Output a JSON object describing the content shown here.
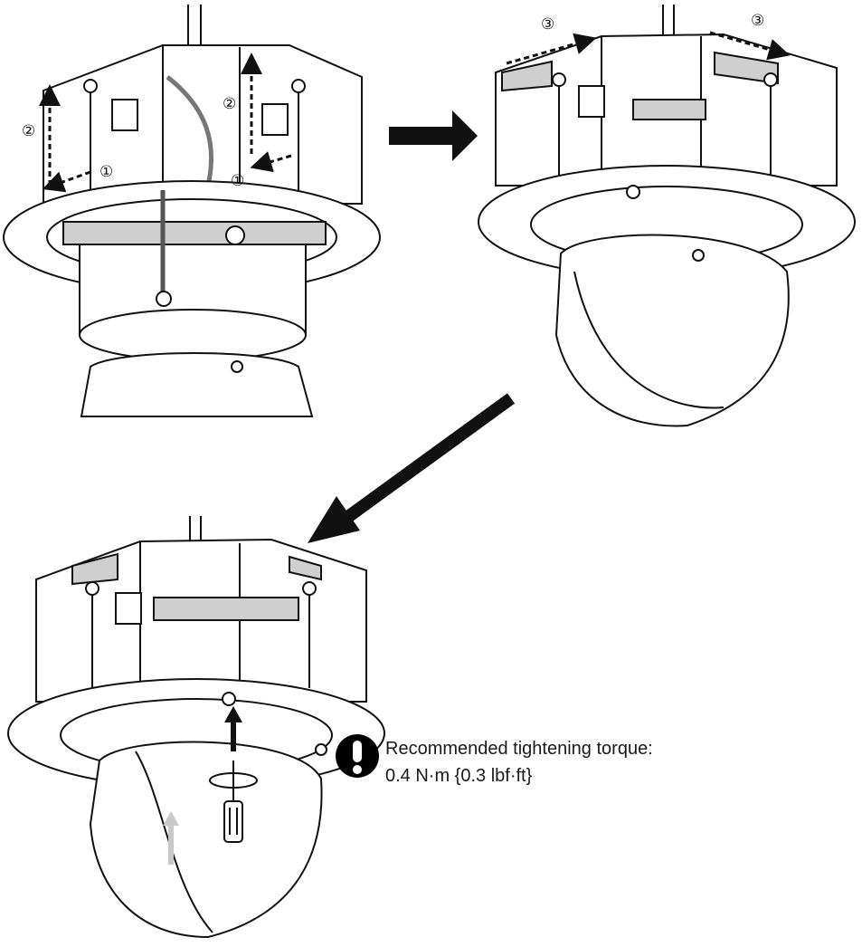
{
  "steps": {
    "mark_1": "①",
    "mark_2": "②",
    "mark_3": "③"
  },
  "caution": {
    "icon": "exclamation-circle-icon",
    "line1": "Recommended tightening torque:",
    "line2": "0.4 N·m {0.3 lbf·ft}"
  }
}
